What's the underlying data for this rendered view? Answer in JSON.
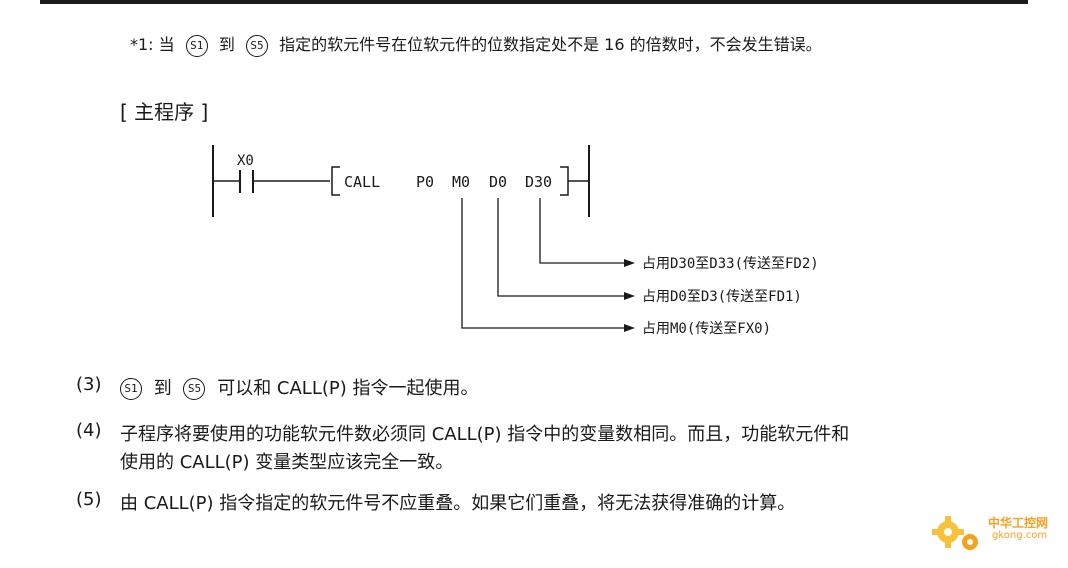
{
  "note": {
    "prefix": "*1: 当",
    "operand_start": "S1",
    "word_to": "到",
    "operand_end": "S5",
    "text": "指定的软元件号在位软元件的位数指定处不是 16 的倍数时，不会发生错误。"
  },
  "section_title": "[ 主程序 ]",
  "ladder": {
    "contact_label": "X0",
    "instruction": "CALL",
    "operands": [
      "P0",
      "M0",
      "D0",
      "D30"
    ],
    "annotations": [
      "占用D30至D33(传送至FD2)",
      "占用D0至D3(传送至FD1)",
      "占用M0(传送至FX0)"
    ]
  },
  "items": [
    {
      "num": "(3)",
      "operand_start": "S1",
      "word_to": "到",
      "operand_end": "S5",
      "text": "可以和 CALL(P) 指令一起使用。"
    },
    {
      "num": "(4)",
      "line1": "子程序将要使用的功能软元件数必须同 CALL(P) 指令中的变量数相同。而且，功能软元件和",
      "line2": "使用的 CALL(P) 变量类型应该完全一致。"
    },
    {
      "num": "(5)",
      "text": "由 CALL(P) 指令指定的软元件号不应重叠。如果它们重叠，将无法获得准确的计算。"
    }
  ],
  "watermark": {
    "brand": "中华工控网",
    "domain": "gkong.com"
  },
  "colors": {
    "text": "#1a1a1a",
    "watermark_orange": "#f5a020",
    "watermark_gear": "#f7c23a"
  }
}
